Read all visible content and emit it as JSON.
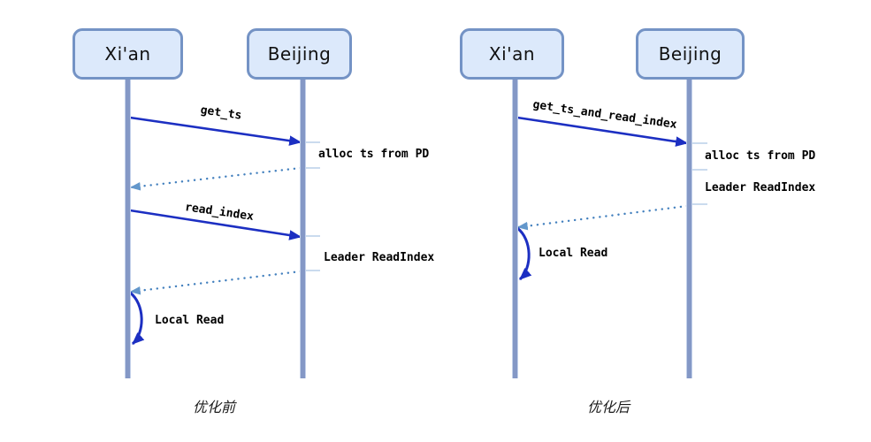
{
  "colors": {
    "actor_fill": "#dce9fb",
    "actor_border": "#7493c5",
    "lifeline": "#8498c6",
    "solid_arrow": "#1c2fc2",
    "dotted_line": "#4380be",
    "dotted_arrowhead": "#6397cb",
    "tick": "#b9cfe8",
    "label_text": "#000000"
  },
  "panels": [
    {
      "caption": "优化前",
      "actors": [
        {
          "label": "Xi'an"
        },
        {
          "label": "Beijing"
        }
      ],
      "messages": [
        {
          "label": "get_ts",
          "type": "solid",
          "from": "Xi'an",
          "to": "Beijing"
        },
        {
          "label": "alloc ts from PD",
          "type": "annotation",
          "at": "Beijing"
        },
        {
          "label": "",
          "type": "dotted-return",
          "from": "Beijing",
          "to": "Xi'an"
        },
        {
          "label": "read_index",
          "type": "solid",
          "from": "Xi'an",
          "to": "Beijing"
        },
        {
          "label": "Leader ReadIndex",
          "type": "annotation",
          "at": "Beijing"
        },
        {
          "label": "",
          "type": "dotted-return",
          "from": "Beijing",
          "to": "Xi'an"
        },
        {
          "label": "Local Read",
          "type": "self-loop",
          "at": "Xi'an"
        }
      ]
    },
    {
      "caption": "优化后",
      "actors": [
        {
          "label": "Xi'an"
        },
        {
          "label": "Beijing"
        }
      ],
      "messages": [
        {
          "label": "get_ts_and_read_index",
          "type": "solid",
          "from": "Xi'an",
          "to": "Beijing"
        },
        {
          "label": "alloc ts from PD",
          "type": "annotation",
          "at": "Beijing"
        },
        {
          "label": "Leader ReadIndex",
          "type": "annotation",
          "at": "Beijing"
        },
        {
          "label": "",
          "type": "dotted-return",
          "from": "Beijing",
          "to": "Xi'an"
        },
        {
          "label": "Local Read",
          "type": "self-loop",
          "at": "Xi'an"
        }
      ]
    }
  ]
}
